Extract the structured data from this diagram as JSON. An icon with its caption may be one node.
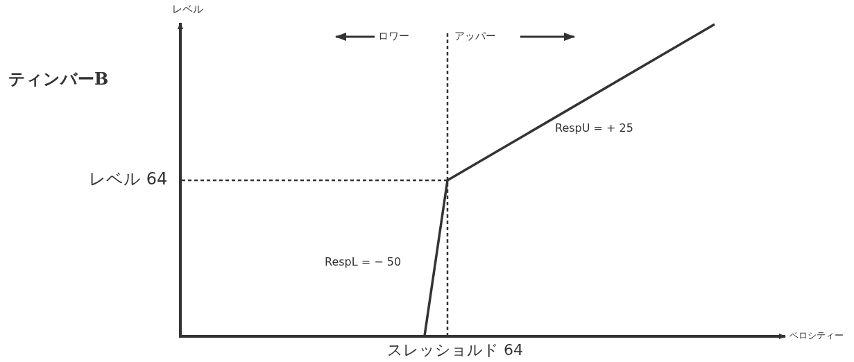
{
  "diagram": {
    "title": "ティンバーB",
    "labels": [
      "レベル",
      "ロワー",
      "アッパー",
      "RespU = + 25",
      "レベル 64",
      "RespL = − 50",
      "ベロシティー",
      "スレッショルド 64"
    ]
  }
}
